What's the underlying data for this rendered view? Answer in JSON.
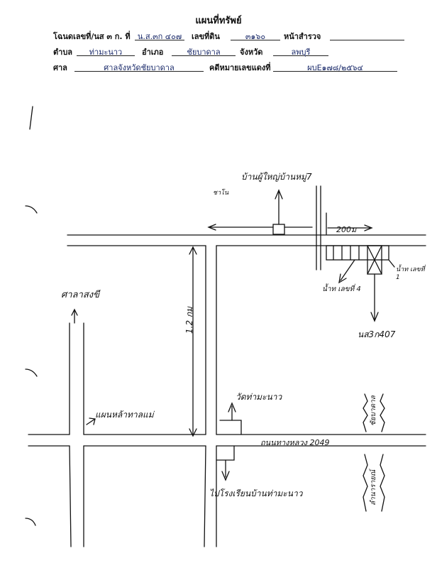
{
  "header": {
    "title": "แผนที่ทรัพย์",
    "row1": {
      "deed_label": "โฉนดเลขที่/นส ๓ ก. ที่",
      "deed_value": "น.ส.๓ก ๔๐๗",
      "land_no_label": "เลขที่ดิน",
      "land_no_value": "๓๑๖๐",
      "survey_label": "หน้าสำรวจ",
      "survey_value": ""
    },
    "row2": {
      "subdistrict_label": "ตำบล",
      "subdistrict_value": "ท่ามะนาว",
      "district_label": "อำเภอ",
      "district_value": "ชัยบาดาล",
      "province_label": "จังหวัด",
      "province_value": "ลพบุรี"
    },
    "row3": {
      "court_label": "ศาล",
      "court_value": "ศาลจังหวัดชัยบาดาล",
      "case_label": "คดีหมายเลขแดงที่",
      "case_value": "ผบE๑๗๘/๒๕๖๔"
    }
  },
  "map": {
    "village_head_house": "บ้านผู้ใหญ่บ้านหมู่7",
    "distance_200m": "200ม",
    "distance_1_2km": "1.2 กม",
    "pavilion": "ศาลาสงขี",
    "mango_plot": "แผนหล้าทาลแม่",
    "temple": "วัดท่ามะนาว",
    "road": "ถนนทางหลวง 2049",
    "school": "ไปโรงเรียนบ้านท่ามะนาว",
    "target_parcel": "นส3ก407",
    "neighbor_a": "น้ำท เลขที่ 4",
    "neighbor_b": "น้ำท เลขที่ 1",
    "side_label_top": "ชัยบาดาล",
    "side_label_bottom": "ลำนารายณ์",
    "scribble": "ชาโน"
  }
}
